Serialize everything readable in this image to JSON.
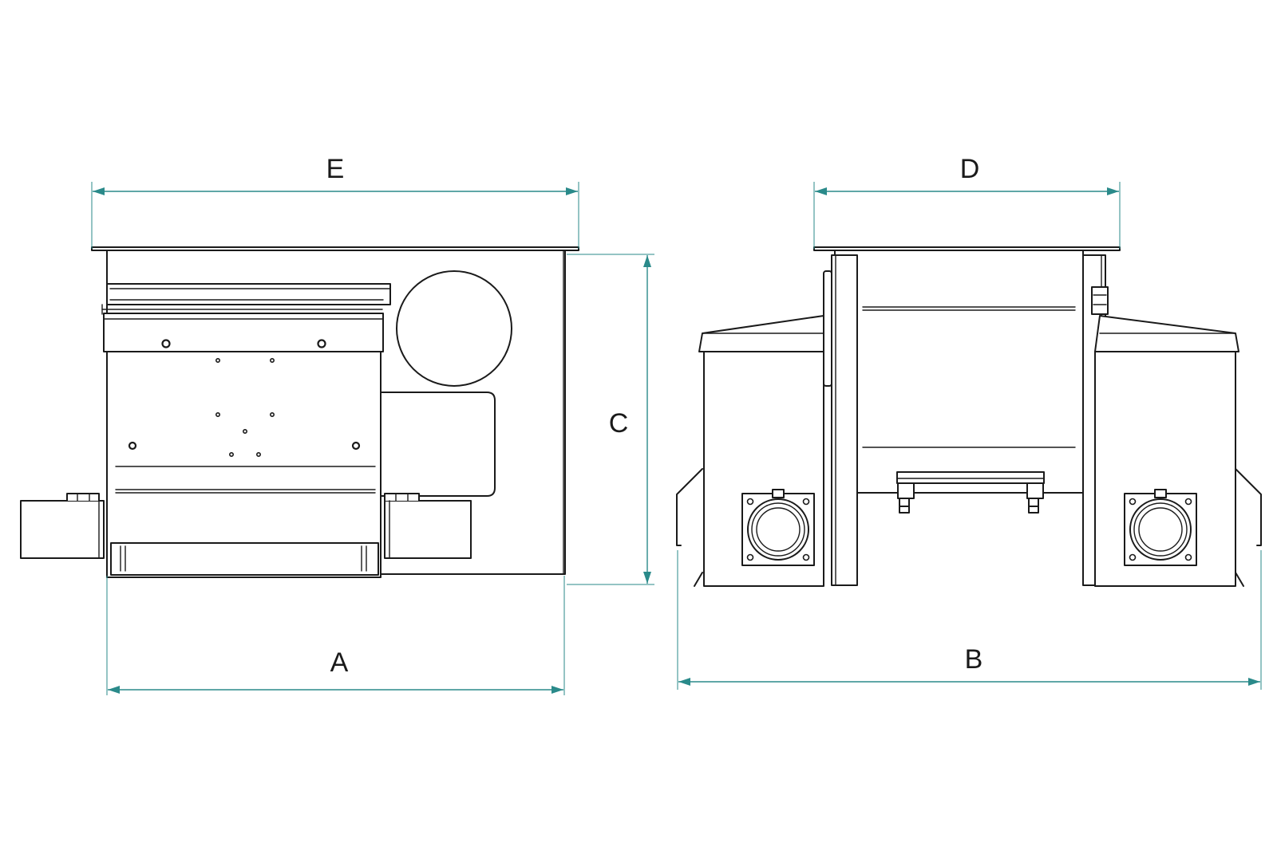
{
  "diagram": {
    "front_view": {
      "dimensions": {
        "width_label": "A",
        "top_width_label": "E",
        "height_label": "C"
      }
    },
    "side_view": {
      "dimensions": {
        "width_label": "B",
        "top_width_label": "D"
      }
    },
    "colors": {
      "line": "#1a1a1a",
      "dimension": "#2a8a8a",
      "background": "#ffffff"
    }
  }
}
